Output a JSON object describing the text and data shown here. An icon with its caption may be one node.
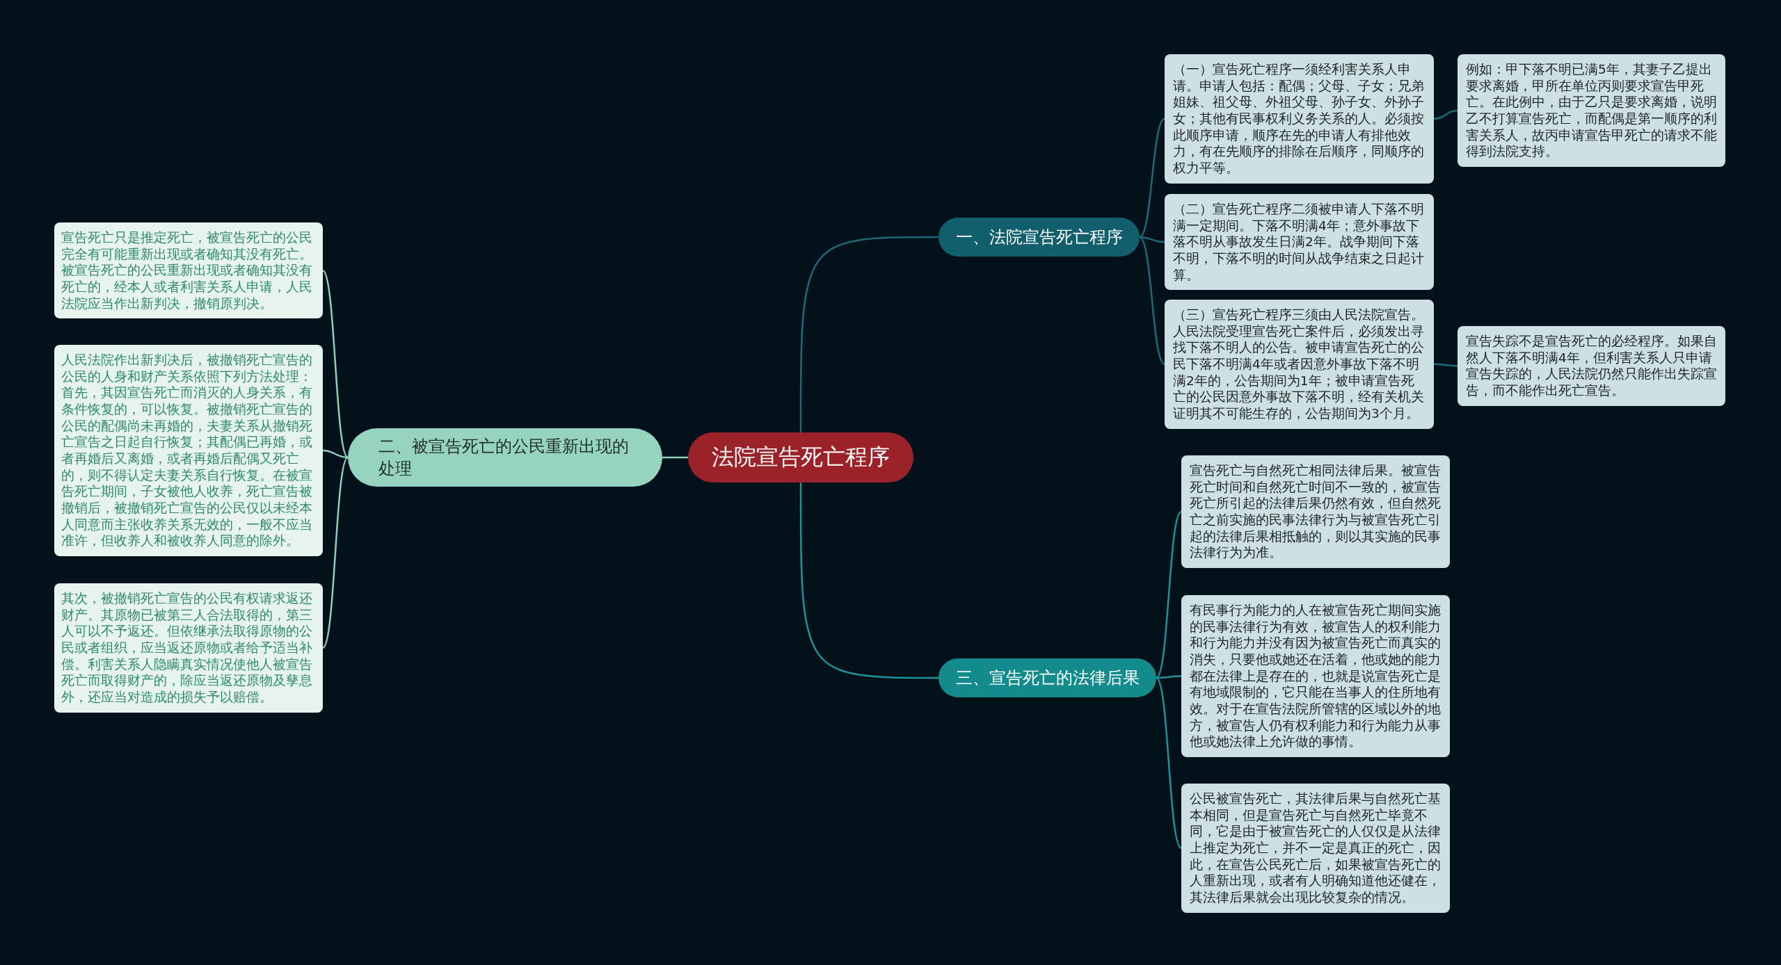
{
  "diagram": {
    "nodes": [
      {
        "text": [
          "法院宣告死亡程序"
        ]
      },
      {
        "text": [
          "一、法院宣告死亡程序"
        ]
      },
      {
        "text": [
          "（一）宣告死亡程序一须经利害关系人申请。申请人包括：配偶；父母、子女；兄弟姐妹、祖父母、外祖父母、孙子女、外孙子女；其他有民事权利义务关系的人。必须按此顺序申请，顺序在先的申请人有排他效力，有在先顺序的排除在后顺序，同顺序的权力平等。"
        ]
      },
      {
        "text": [
          "例如：甲下落不明已满5年，其妻子乙提出要求离婚，甲所在单位丙则要求宣告甲死亡。在此例中，由于乙只是要求离婚，说明乙不打算宣告死亡，而配偶是第一顺序的利害关系人，故丙申请宣告甲死亡的请求不能得到法院支持。"
        ]
      },
      {
        "text": [
          "（二）宣告死亡程序二须被申请人下落不明满一定期间。下落不明满4年；意外事故下落不明从事故发生日满2年。战争期间下落不明，下落不明的时间从战争结束之日起计算。"
        ]
      },
      {
        "text": [
          "（三）宣告死亡程序三须由人民法院宣告。人民法院受理宣告死亡案件后，必须发出寻找下落不明人的公告。被申请宣告死亡的公民下落不明满4年或者因意外事故下落不明满2年的，公告期间为1年；被申请宣告死亡的公民因意外事故下落不明，经有关机关证明其不可能生存的，公告期间为3个月。"
        ]
      },
      {
        "text": [
          "宣告失踪不是宣告死亡的必经程序。如果自然人下落不明满4年，但利害关系人只申请宣告失踪的，人民法院仍然只能作出失踪宣告，而不能作出死亡宣告。"
        ]
      },
      {
        "text": [
          "二、被宣告死亡的公民重新出现的处理"
        ]
      },
      {
        "text": [
          "宣告死亡只是推定死亡，被宣告死亡的公民完全有可能重新出现或者确知其没有死亡。被宣告死亡的公民重新出现或者确知其没有死亡的，经本人或者利害关系人申请，人民法院应当作出新判决，撤销原判决。"
        ]
      },
      {
        "text": [
          "人民法院作出新判决后，被撤销死亡宣告的公民的人身和财产关系依照下列方法处理：首先，其因宣告死亡而消灭的人身关系，有条件恢复的，可以恢复。被撤销死亡宣告的公民的配偶尚未再婚的，夫妻关系从撤销死亡宣告之日起自行恢复；其配偶已再婚，或者再婚后又离婚，或者再婚后配偶又死亡的，则不得认定夫妻关系自行恢复。在被宣告死亡期间，子女被他人收养，死亡宣告被撤销后，被撤销死亡宣告的公民仅以未经本人同意而主张收养关系无效的，一般不应当准许，但收养人和被收养人同意的除外。"
        ]
      },
      {
        "text": [
          "其次，被撤销死亡宣告的公民有权请求返还财产。其原物已被第三人合法取得的，第三人可以不予返还。但依继承法取得原物的公民或者组织，应当返还原物或者给予适当补偿。利害关系人隐瞒真实情况使他人被宣告死亡而取得财产的，除应当返还原物及孳息外，还应当对造成的损失予以赔偿。"
        ]
      },
      {
        "text": [
          "三、宣告死亡的法律后果"
        ]
      },
      {
        "text": [
          "宣告死亡与自然死亡相同法律后果。被宣告死亡时间和自然死亡时间不一致的，被宣告死亡所引起的法律后果仍然有效，但自然死亡之前实施的民事法律行为与被宣告死亡引起的法律后果相抵触的，则以其实施的民事法律行为为准。"
        ]
      },
      {
        "text": [
          "有民事行为能力的人在被宣告死亡期间实施的民事法律行为有效，被宣告人的权利能力和行为能力并没有因为被宣告死亡而真实的消失，只要他或她还在活着，他或她的能力都在法律上是存在的，也就是说宣告死亡是有地域限制的，它只能在当事人的住所地有效。对于在宣告法院所管辖的区域以外的地方，被宣告人仍有权利能力和行为能力从事他或她法律上允许做的事情。"
        ]
      },
      {
        "text": [
          "公民被宣告死亡，其法律后果与自然死亡基本相同，但是宣告死亡与自然死亡毕竟不同，它是由于被宣告死亡的人仅仅是从法律上推定为死亡，并不一定是真正的死亡，因此，在宣告公民死亡后，如果被宣告死亡的人重新出现，或者有人明确知道他还健在，其法律后果就会出现比较复杂的情况。"
        ]
      }
    ],
    "edges": [
      {
        "from": 0,
        "to": 1,
        "arrow": "none",
        "color": "#1b6a78"
      },
      {
        "from": 1,
        "to": 2,
        "arrow": "none",
        "color": "#1b6a78"
      },
      {
        "from": 2,
        "to": 3,
        "arrow": "none",
        "color": "#1b6a78"
      },
      {
        "from": 1,
        "to": 4,
        "arrow": "none",
        "color": "#1b6a78"
      },
      {
        "from": 1,
        "to": 5,
        "arrow": "none",
        "color": "#1b6a78"
      },
      {
        "from": 5,
        "to": 6,
        "arrow": "none",
        "color": "#1b6a78"
      },
      {
        "from": 0,
        "to": 7,
        "arrow": "none",
        "color": "#8fcfb8"
      },
      {
        "from": 7,
        "to": 8,
        "arrow": "none",
        "color": "#8fcfb8"
      },
      {
        "from": 7,
        "to": 9,
        "arrow": "none",
        "color": "#8fcfb8"
      },
      {
        "from": 7,
        "to": 10,
        "arrow": "none",
        "color": "#8fcfb8"
      },
      {
        "from": 0,
        "to": 11,
        "arrow": "none",
        "color": "#1d9399"
      },
      {
        "from": 11,
        "to": 12,
        "arrow": "none",
        "color": "#1d9399"
      },
      {
        "from": 11,
        "to": 13,
        "arrow": "none",
        "color": "#1d9399"
      },
      {
        "from": 11,
        "to": 14,
        "arrow": "none",
        "color": "#1d9399"
      }
    ]
  }
}
